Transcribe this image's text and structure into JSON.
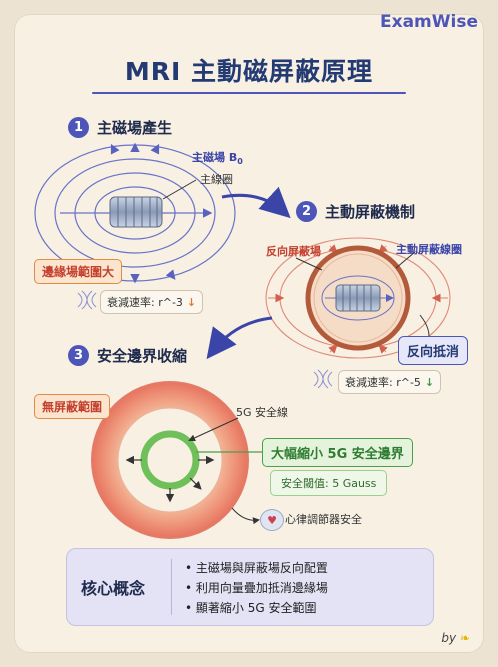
{
  "brand": "ExamWise",
  "title": "MRI 主動磁屏蔽原理",
  "steps": [
    {
      "num": "1",
      "label": "主磁場產生"
    },
    {
      "num": "2",
      "label": "主動屏蔽機制"
    },
    {
      "num": "3",
      "label": "安全邊界收縮"
    }
  ],
  "section1": {
    "field_label": "主磁場 B",
    "field_sub": "0",
    "coil_label": "主線圈",
    "edge_box": "邊緣場範圍大",
    "rate_label": "衰減速率: r^-3"
  },
  "section2": {
    "reverse_field": "反向屏蔽場",
    "shield_coil": "主動屏蔽線圈",
    "cancel_box": "反向抵消",
    "rate_label": "衰減速率: r^-5"
  },
  "section3": {
    "no_shield_box": "無屏蔽範圍",
    "line_label": "5G 安全線",
    "shrink_box": "大幅縮小 5G 安全邊界",
    "threshold": "安全閾值: 5 Gauss",
    "pacemaker": "心律調節器安全"
  },
  "summary": {
    "title": "核心概念",
    "items": [
      "• 主磁場與屏蔽場反向配置",
      "• 利用向量疊加抵消邊緣場",
      "• 顯著縮小 5G 安全範圍"
    ]
  },
  "byline": "by",
  "colors": {
    "accent": "#4d56b8",
    "red": "#c4402f",
    "green": "#4aa04a",
    "orange": "#e28b43"
  }
}
